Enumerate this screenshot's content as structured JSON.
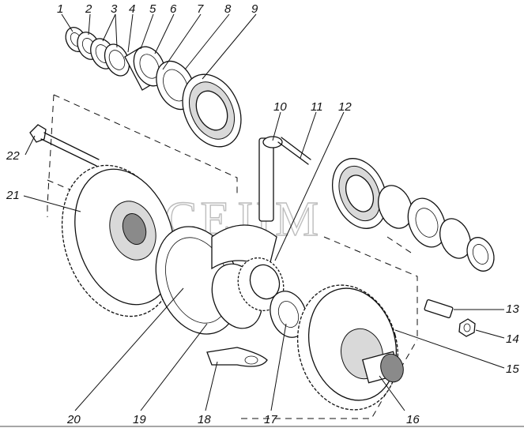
{
  "watermark": "CEJIM",
  "callouts": [
    "1",
    "2",
    "3",
    "4",
    "5",
    "6",
    "7",
    "8",
    "9",
    "10",
    "11",
    "12",
    "13",
    "14",
    "15",
    "16",
    "17",
    "18",
    "19",
    "20",
    "21",
    "22"
  ],
  "colors": {
    "ink": "#111111",
    "watermark": "#bdbdbd",
    "background": "#ffffff"
  }
}
